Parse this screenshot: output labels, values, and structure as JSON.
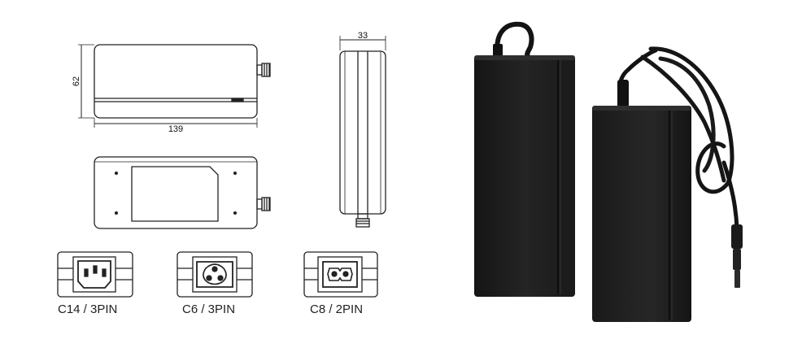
{
  "dimensions": {
    "width": "139",
    "height": "62",
    "depth": "33"
  },
  "connectors": [
    {
      "label": "C14 / 3PIN",
      "icon": "c14-inlet-icon"
    },
    {
      "label": "C6 / 3PIN",
      "icon": "c6-inlet-icon"
    },
    {
      "label": "C8 / 2PIN",
      "icon": "c8-inlet-icon"
    }
  ],
  "photo": {
    "subject": "two black power adapters with DC cable",
    "color": "#1c1c1c"
  }
}
